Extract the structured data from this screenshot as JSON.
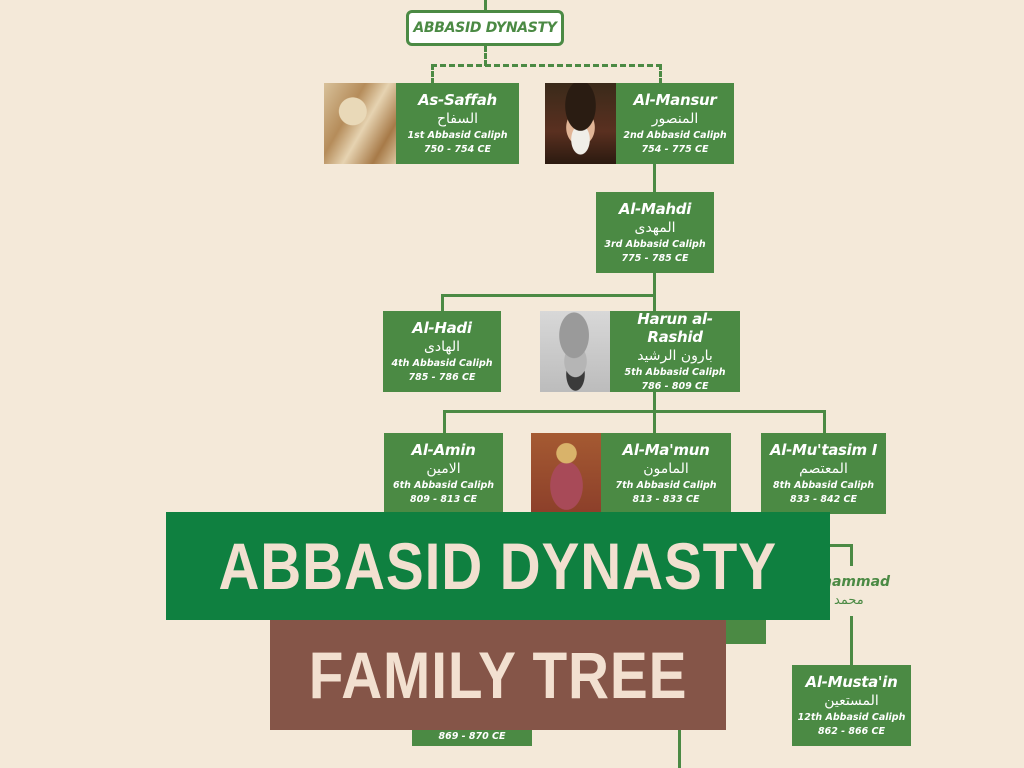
{
  "colors": {
    "background": "#f4e9d9",
    "card_green": "#4b8a44",
    "banner_green": "#0f8040",
    "banner_brown": "#855548",
    "banner_text": "#f2e0d0"
  },
  "root": {
    "label": "ABBASID DYNASTY"
  },
  "caliphs": [
    {
      "name": "As-Saffah",
      "arabic": "السفاح",
      "ordinal": "1st Abbasid Caliph",
      "years": "750 - 754 CE"
    },
    {
      "name": "Al-Mansur",
      "arabic": "المنصور",
      "ordinal": "2nd Abbasid Caliph",
      "years": "754 - 775 CE"
    },
    {
      "name": "Al-Mahdi",
      "arabic": "المهدى",
      "ordinal": "3rd Abbasid Caliph",
      "years": "775 - 785 CE"
    },
    {
      "name": "Al-Hadi",
      "arabic": "الهادى",
      "ordinal": "4th Abbasid Caliph",
      "years": "785 - 786 CE"
    },
    {
      "name": "Harun al-Rashid",
      "arabic": "بارون الرشيد",
      "ordinal": "5th Abbasid Caliph",
      "years": "786 - 809 CE"
    },
    {
      "name": "Al-Amin",
      "arabic": "الامين",
      "ordinal": "6th Abbasid Caliph",
      "years": "809 - 813 CE"
    },
    {
      "name": "Al-Ma'mun",
      "arabic": "المامون",
      "ordinal": "7th Abbasid Caliph",
      "years": "813 - 833 CE"
    },
    {
      "name": "Al-Mu'tasim I",
      "arabic": "المعتصم",
      "ordinal": "8th Abbasid Caliph",
      "years": "833 - 842 CE"
    },
    {
      "name": "Al-Musta'in",
      "arabic": "المستعين",
      "ordinal": "12th Abbasid Caliph",
      "years": "862 - 866 CE"
    }
  ],
  "partial": {
    "muhammad_name": "hammad",
    "muhammad_arabic": "محمد",
    "hidden_card_years": "869 - 870 CE"
  },
  "title": {
    "line1": "ABBASID DYNASTY",
    "line2": "FAMILY TREE"
  }
}
